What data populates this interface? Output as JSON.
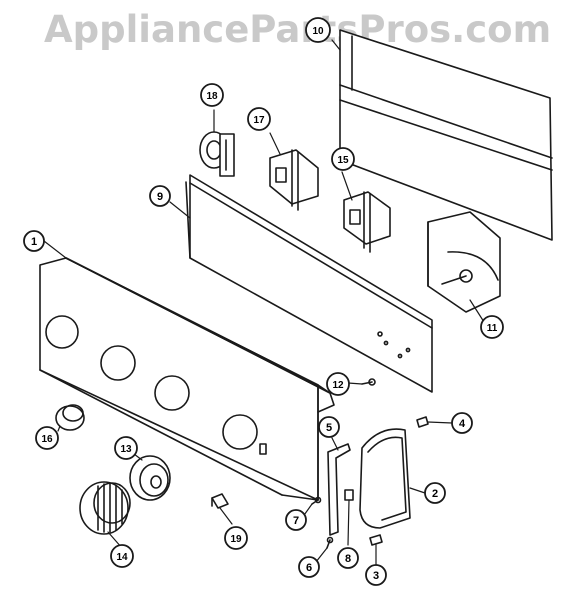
{
  "watermark": "AppliancePartsPros.com",
  "callouts": [
    "1",
    "2",
    "3",
    "4",
    "5",
    "6",
    "7",
    "8",
    "9",
    "10",
    "11",
    "12",
    "13",
    "14",
    "15",
    "16",
    "17",
    "18",
    "19"
  ],
  "colors": {
    "line": "#1a1a1a",
    "watermark": "#c9c9c9",
    "background": "#ffffff"
  }
}
